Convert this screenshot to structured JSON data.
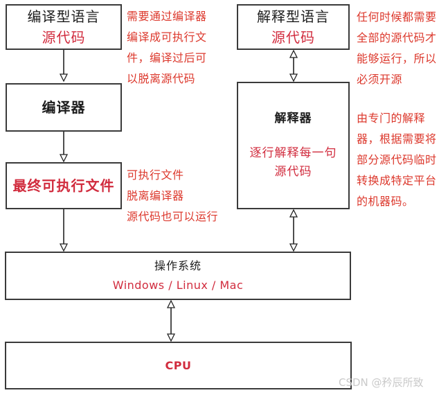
{
  "colors": {
    "border": "#3a3a3a",
    "text": "#1c1c1c",
    "box_red": "#d12c3e",
    "note_red": "#dc382c",
    "watermark": "#c9c9c9"
  },
  "left_column": {
    "source_box": {
      "title": "编译型语言",
      "subtitle": "源代码"
    },
    "compiler_box": {
      "title": "编译器"
    },
    "executable_box": {
      "title": "最终可执行文件"
    },
    "source_note": "需要通过编译器\n编译成可执行文\n件，编译过后可\n以脱离源代码",
    "executable_note": "可执行文件\n脱离编译器\n源代码也可以运行"
  },
  "right_column": {
    "source_box": {
      "title": "解释型语言",
      "subtitle": "源代码"
    },
    "interpreter_box": {
      "title": "解释器",
      "subtitle": "逐行解释每一句\n源代码"
    },
    "source_note": "任何时候都需要\n全部的源代码才\n能够运行，所以\n必须开源",
    "interpreter_note": "由专门的解释\n器，根据需要将\n部分源代码临时\n转换成特定平台\n的机器码。"
  },
  "shared": {
    "os_box": {
      "title": "操作系统",
      "subtitle": "Windows / Linux / Mac"
    },
    "cpu_box": {
      "title": "CPU"
    }
  },
  "watermark": "CSDN @矜辰所致"
}
